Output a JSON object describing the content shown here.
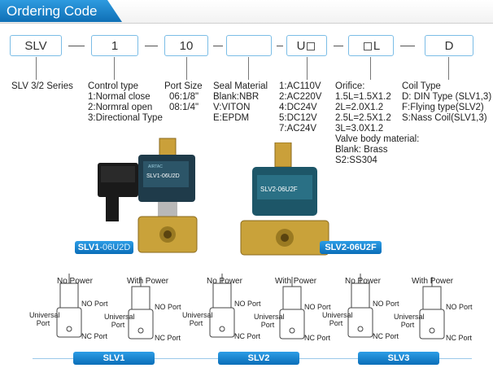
{
  "header": {
    "title": "Ordering Code"
  },
  "code_boxes": [
    {
      "label": "SLV"
    },
    {
      "label": "1"
    },
    {
      "label": "10"
    },
    {
      "label": ""
    },
    {
      "label": "U"
    },
    {
      "label": "L"
    },
    {
      "label": "D"
    }
  ],
  "columns": {
    "series": [
      "SLV 3/2 Series"
    ],
    "control": [
      "Control type",
      "1:Normal close",
      "2:Normral open",
      "3:Directional Type"
    ],
    "port": [
      "Port Size",
      "06:1/8\"",
      "08:1/4\""
    ],
    "seal": [
      "Seal Material",
      "Blank:NBR",
      "V:VITON",
      "E:EPDM"
    ],
    "voltage": [
      "1:AC110V",
      "2:AC220V",
      "4:DC24V",
      "5:DC12V",
      "7:AC24V"
    ],
    "orifice": [
      "Orifice:",
      "1.5L=1.5X1.2",
      "2L=2.0X1.2",
      "2.5L=2.5X1.2",
      "3L=3.0X1.2",
      "Valve body material:",
      "Blank: Brass",
      "S2:SS304"
    ],
    "coil": [
      "Coil Type",
      "D: DIN Type (SLV1,3)",
      "F:Flying type(SLV2)",
      "S:Nass Coil(SLV1,3)"
    ]
  },
  "products": [
    {
      "caption_prefix": "SLV1",
      "caption_suffix": "-06U2D",
      "label": "SLV1-06U2D",
      "brand": "AIRTAC"
    },
    {
      "caption": "SLV2-06U2F",
      "label": "SLV2-06U2F"
    }
  ],
  "diagram_labels": {
    "no_power": "No Power",
    "with_power": "With  Power",
    "universal_port": "Universal Port",
    "no_port": "NO Port",
    "nc_port": "NC Port"
  },
  "sections": [
    "SLV1",
    "SLV2",
    "SLV3"
  ],
  "colors": {
    "accent": "#0f6fb5",
    "box_border": "#7bbde6",
    "brass": "#c9a23a",
    "coil_dark": "#1f3b4a"
  }
}
